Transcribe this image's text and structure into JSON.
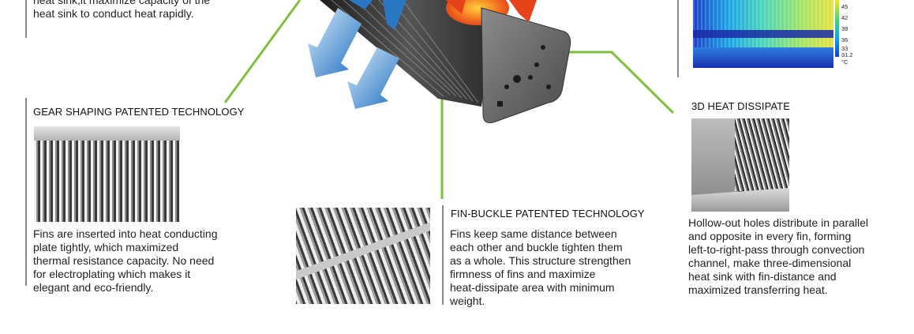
{
  "top_left_text": {
    "lines": [
      "heat sink,it maximize capacity of the",
      "heat sink to conduct heat rapidly."
    ]
  },
  "gear_shaping": {
    "title": "GEAR SHAPING PATENTED TECHNOLOGY",
    "lines": [
      "Fins are inserted into heat conducting",
      "plate tightly, which maximized",
      "thermal resistance capacity. No need",
      "for electroplating which makes it",
      "elegant and eco-friendly."
    ]
  },
  "fin_buckle": {
    "title": "FIN-BUCKLE PATENTED TECHNOLOGY",
    "lines": [
      "Fins keep same distance between",
      "each other and buckle tighten them",
      "as a whole. This structure strengthen",
      "firmness of fins and maximize",
      "heat-dissipate area with minimum",
      "weight."
    ]
  },
  "heat_3d": {
    "title": "3D HEAT DISSIPATE",
    "lines": [
      "Hollow-out holes distribute in parallel",
      "and opposite in every fin, forming",
      "left-to-right-pass through convection",
      "channel, make three-dimensional",
      "heat sink with fin-distance and",
      "maximized transferring heat."
    ]
  },
  "thermal_scale": {
    "ticks": [
      "45",
      "42",
      "39",
      "36",
      "33",
      "31.2"
    ],
    "unit": "°C"
  },
  "colors": {
    "accent_green": "#7fbf3f",
    "arrow_blue": "#2a78c4",
    "arrow_red": "#e8421a",
    "separator_gray": "#8a8a8a"
  }
}
